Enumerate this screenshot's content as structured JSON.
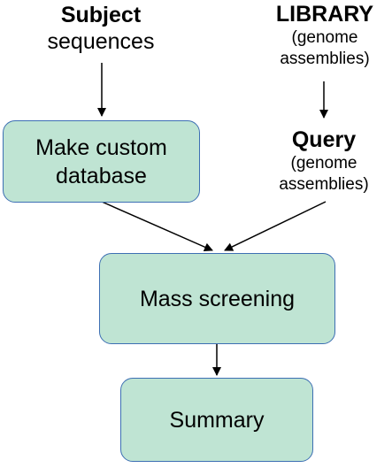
{
  "subject": {
    "line1": "Subject",
    "line2": "sequences"
  },
  "library": {
    "title": "LIBRARY",
    "note_line1": "(genome",
    "note_line2": "assemblies)"
  },
  "query": {
    "title": "Query",
    "note_line1": "(genome",
    "note_line2": "assemblies)"
  },
  "boxes": {
    "make_db_line1": "Make custom",
    "make_db_line2": "database",
    "mass_screening": "Mass screening",
    "summary": "Summary"
  },
  "colors": {
    "box_fill": "#bfe4d3",
    "box_border": "#3d6fb3",
    "arrow": "#000000"
  }
}
